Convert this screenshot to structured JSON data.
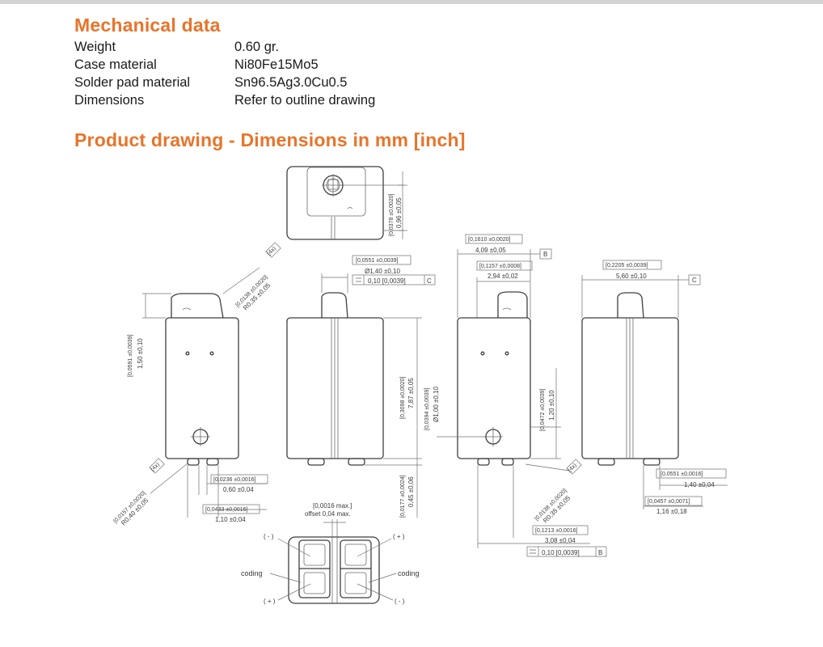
{
  "mechanical": {
    "title": "Mechanical data",
    "rows": [
      {
        "label": "Weight",
        "value": "0.60 gr."
      },
      {
        "label": "Case material",
        "value": "Ni80Fe15Mo5"
      },
      {
        "label": "Solder pad material",
        "value": "Sn96.5Ag3.0Cu0.5"
      },
      {
        "label": "Dimensions",
        "value": "Refer to outline drawing"
      }
    ]
  },
  "drawing": {
    "title": "Product drawing - Dimensions in mm [inch]",
    "dims": {
      "top_h_in": "[0,0378 ±0,0020]",
      "top_h_mm": "0,96 ±0,05",
      "r_in": "[0,0138 ±0,0020]",
      "r_mm": "R0,35 ±0,05",
      "x4": "(4x)",
      "d1_in": "[0,0551 ±0,0039]",
      "d1_mm": "Ø1,40 ±0,10",
      "d1_tol": "0,10 [0,0039]",
      "d1_ref": "C",
      "h150_in": "[0,0591 ±0,0039]",
      "h150_mm": "1,50 ±0,10",
      "h787_in": "[0,3098 ±0,0020]",
      "h787_mm": "7,87 ±0,05",
      "hole_in": "[0,0394 ±0,0039]",
      "hole_mm": "Ø1,00 ±0,10",
      "h045_in": "[0,0177 ±0,0024]",
      "h045_mm": "0,45 ±0,06",
      "p060_in": "[0,0236 ±0,0016]",
      "p060_mm": "0,60 ±0,04",
      "p110_in": "[0,0433 ±0,0016]",
      "p110_mm": "1,10 ±0,04",
      "r040_in": "[0,0157 ±0,0020]",
      "r040_mm": "R0,40 ±0,05",
      "offset1": "[0,0016 max.]",
      "offset2": "offset 0,04 max.",
      "minus": "( - )",
      "plus": "( + )",
      "coding": "coding",
      "w409_in": "[0,1610 ±0,0020]",
      "w409_mm": "4,09 ±0,05",
      "ref_b": "B",
      "w294_in": "[0,1157 ±0,0008]",
      "w294_mm": "2,94 ±0,02",
      "h120_in": "[0,0472 ±0,0039]",
      "h120_mm": "1,20 ±0,10",
      "r035b_in": "[0,0138 ±0,0020]",
      "r035b_mm": "R0,35 ±0,05",
      "w308_in": "[0,1213 ±0,0016]",
      "w308_mm": "3,08 ±0,04",
      "w308_tol": "0,10 [0,0039]",
      "w560_in": "[0,2205 ±0,0039]",
      "w560_mm": "5,60 ±0,10",
      "ref_c": "C",
      "w140_in": "[0,0551 ±0,0016]",
      "w140_mm": "1,40 ±0,04",
      "w116_in": "[0,0457 ±0,0071]",
      "w116_mm": "1,16 ±0,18"
    }
  }
}
